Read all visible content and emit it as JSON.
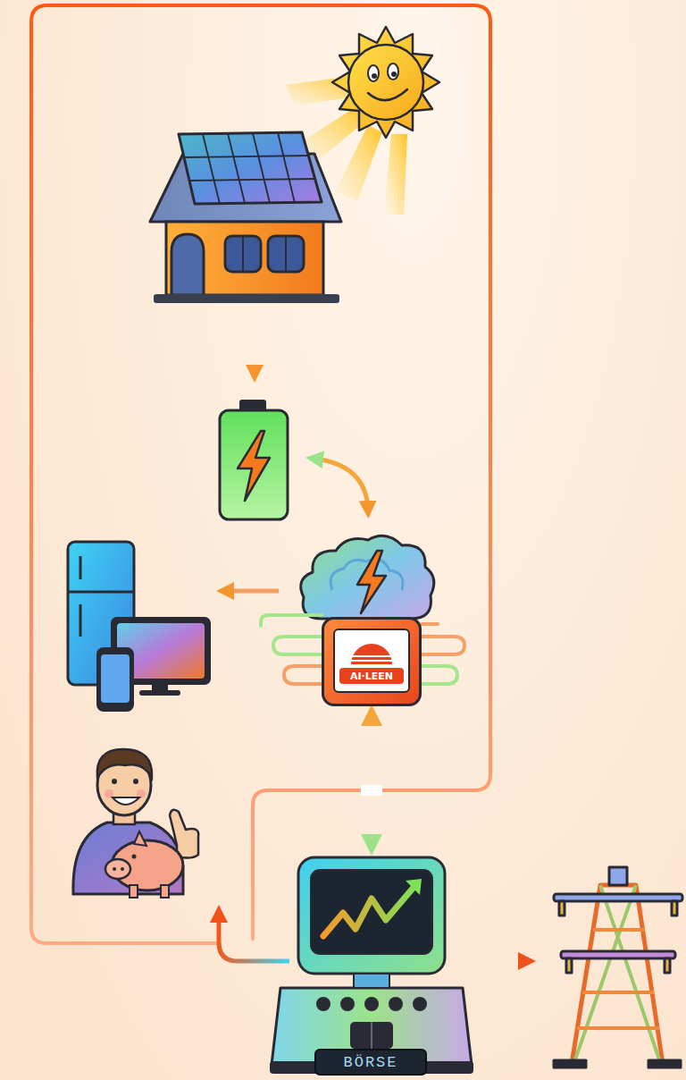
{
  "diagram": {
    "nodes": [
      {
        "text": [
          "AI·LEEN"
        ]
      },
      {
        "text": [
          "BÖRSE"
        ]
      }
    ],
    "edges": [
      {
        "from": 0,
        "to": 1,
        "arrow": "both"
      }
    ]
  }
}
